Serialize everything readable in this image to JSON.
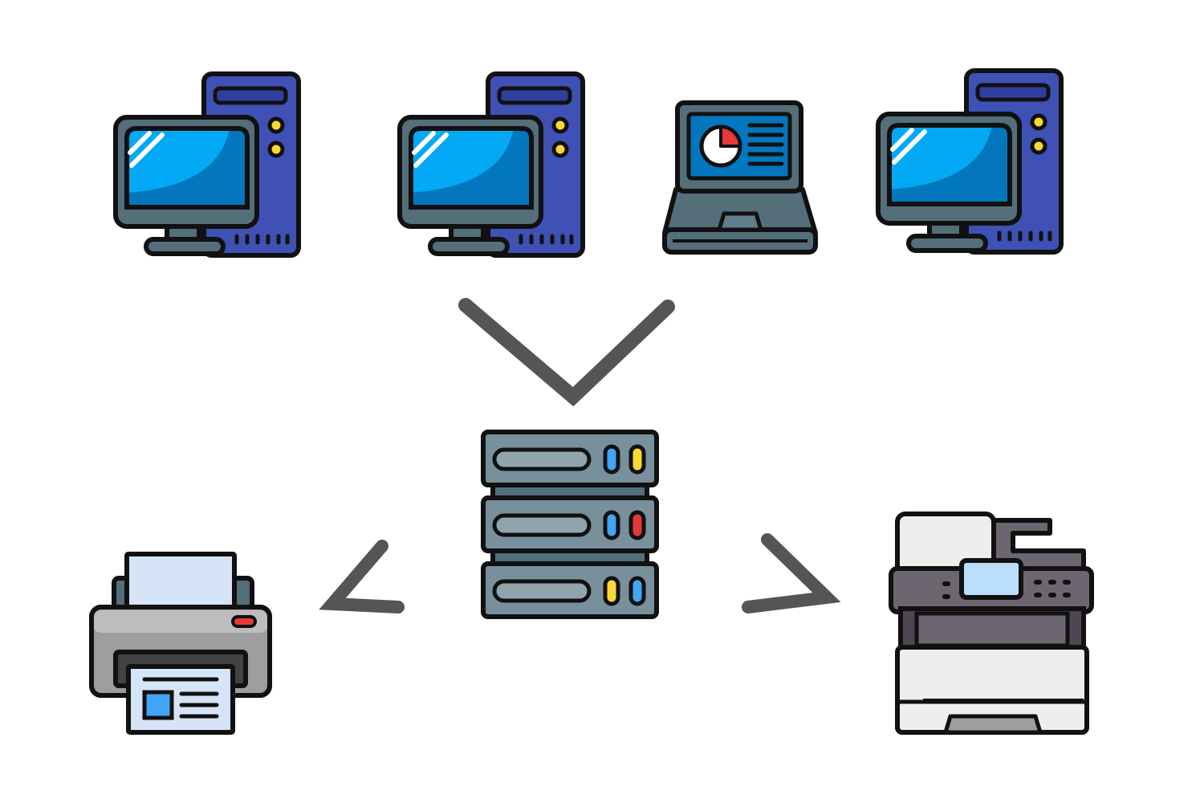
{
  "diagram": {
    "type": "network-topology",
    "nodes": [
      {
        "id": "desktop-1",
        "icon": "desktop-computer-icon"
      },
      {
        "id": "desktop-2",
        "icon": "desktop-computer-icon"
      },
      {
        "id": "laptop-1",
        "icon": "laptop-icon"
      },
      {
        "id": "desktop-3",
        "icon": "desktop-computer-icon"
      },
      {
        "id": "server",
        "icon": "server-rack-icon"
      },
      {
        "id": "printer",
        "icon": "printer-icon"
      },
      {
        "id": "copier",
        "icon": "multifunction-copier-icon"
      }
    ],
    "edges": [
      {
        "from": "clients",
        "to": "server",
        "icon": "chevron-down-icon"
      },
      {
        "from": "server",
        "to": "printer",
        "icon": "chevron-left-icon"
      },
      {
        "from": "server",
        "to": "copier",
        "icon": "chevron-right-icon"
      }
    ]
  },
  "colors": {
    "outline": "#111111",
    "tower": "#3f51b5",
    "tower_dark": "#303f9f",
    "screen": "#03a9f4",
    "screen_dark": "#0277bd",
    "bezel": "#546e7a",
    "bezel_light": "#607d8b",
    "slate": "#78909c",
    "slate_light": "#90a4ae",
    "led_yellow": "#fdd835",
    "led_blue": "#42a5f5",
    "led_red": "#e53935",
    "paper": "#d6e4f7",
    "printer_gray": "#9e9e9e",
    "copier_light": "#eeeeee",
    "copier_dark": "#6d6670",
    "arrow": "#555555"
  }
}
